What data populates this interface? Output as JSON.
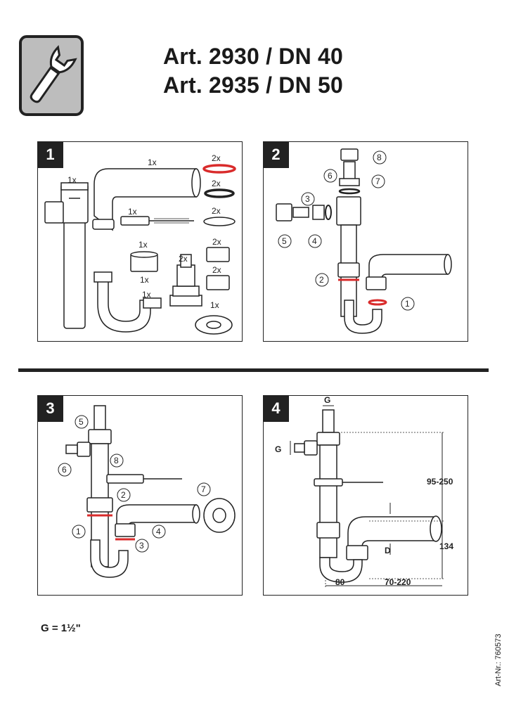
{
  "header": {
    "title_line1": "Art. 2930 / DN 40",
    "title_line2": "Art. 2935 / DN 50"
  },
  "icons": {
    "tool": "wrench-icon"
  },
  "steps": [
    {
      "number": "1",
      "qty_labels": [
        "1x",
        "1x",
        "1x",
        "1x",
        "2x",
        "1x",
        "1x",
        "2x",
        "2x",
        "2x",
        "2x",
        "2x",
        "1x"
      ]
    },
    {
      "number": "2",
      "callouts": [
        "8",
        "7",
        "6",
        "3",
        "5",
        "4",
        "2",
        "1"
      ]
    },
    {
      "number": "3",
      "callouts": [
        "5",
        "6",
        "8",
        "2",
        "7",
        "1",
        "4",
        "3"
      ]
    },
    {
      "number": "4",
      "dimensions": {
        "g_top": "G",
        "g_left": "G",
        "height": "95-250",
        "depth": "134",
        "d": "D",
        "offset": "80",
        "length": "70-220"
      }
    }
  ],
  "footer": {
    "g_note": "G = 1½\"",
    "article_number": "Art-Nr.: 760573"
  },
  "colors": {
    "seal_red": "#d92b2b",
    "frame": "#222222",
    "icon_bg": "#bdbdbd"
  }
}
